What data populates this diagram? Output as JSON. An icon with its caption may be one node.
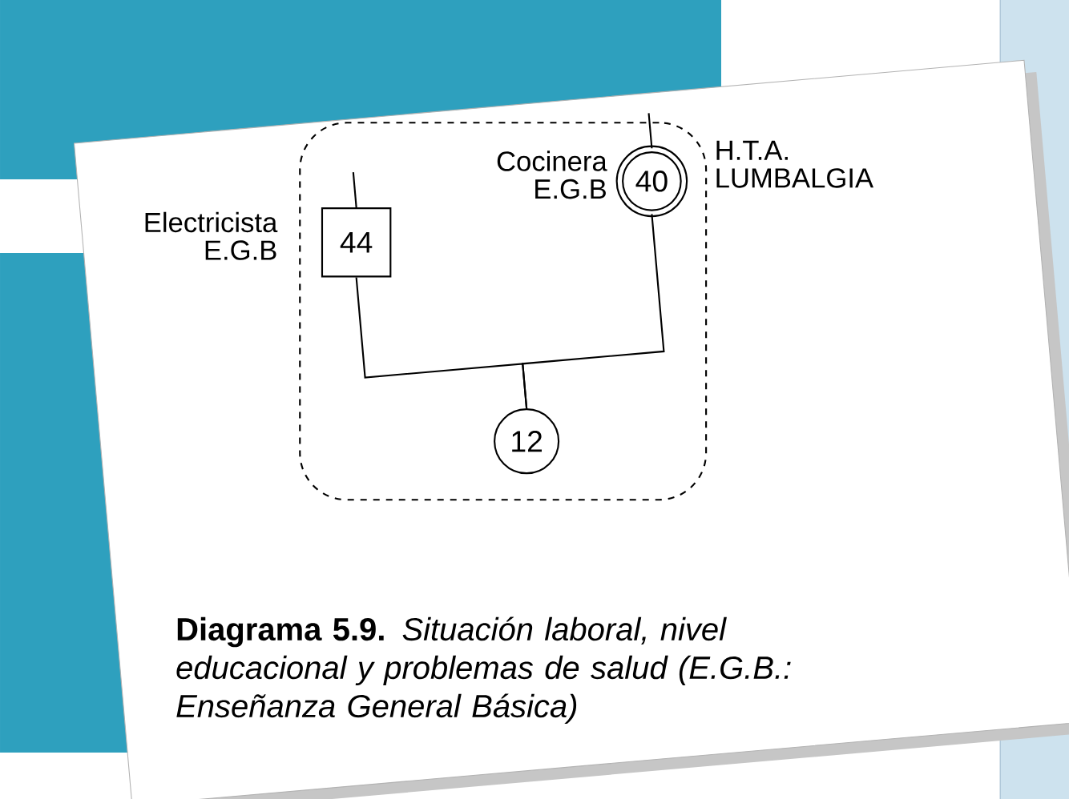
{
  "diagram": {
    "caption": "**Diagrama 5.9.** *Situación laboral, nivel educacional y problemas de salud (E.G.B.: Enseñanza General Básica)*",
    "nodes": [
      {
        "text": [],
        "shape": "box"
      },
      {
        "text": [
          "44"
        ],
        "beside": [
          "Electricista E.G.B"
        ],
        "in": 0
      },
      {
        "text": [
          "40"
        ],
        "beside": [
          "Cocinera E.G.B",
          "H.T.A. LUMBALGIA"
        ],
        "in": 0
      },
      {
        "text": [
          "12"
        ],
        "in": 0
      }
    ],
    "edges": [
      {
        "from": null,
        "to": 1,
        "arrow": "none"
      },
      {
        "from": null,
        "to": 2,
        "arrow": "none"
      },
      {
        "from": 1,
        "to": 3,
        "arrow": "none"
      },
      {
        "from": 2,
        "to": 3,
        "arrow": "none"
      }
    ]
  }
}
